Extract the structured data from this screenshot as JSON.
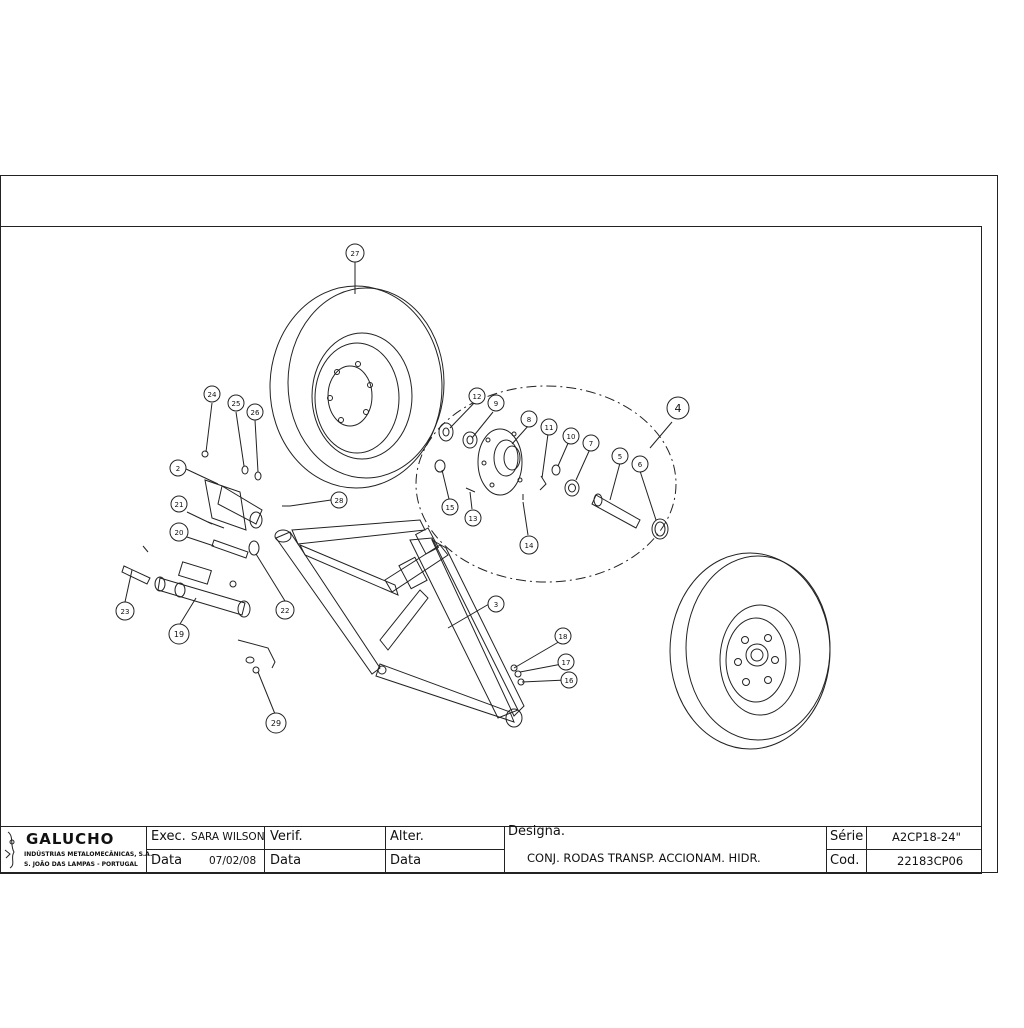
{
  "part_numbers": [
    "27",
    "24",
    "25",
    "26",
    "2",
    "21",
    "20",
    "23",
    "19",
    "22",
    "28",
    "3",
    "29",
    "12",
    "9",
    "8",
    "11",
    "10",
    "7",
    "5",
    "6",
    "15",
    "13",
    "14",
    "4",
    "18",
    "17",
    "16"
  ],
  "title_block": {
    "company": {
      "brand": "GALUCHO",
      "line1": "INDÚSTRIAS METALOMECÂNICAS, S.A.",
      "line2": "S. JOÃO DAS LAMPAS - PORTUGAL"
    },
    "exec_label": "Exec.",
    "exec_value": "SARA WILSON",
    "data_label": "Data",
    "data_value": "07/02/08",
    "verif_label": "Verif.",
    "verif_data_label": "Data",
    "alter_label": "Alter.",
    "alter_data_label": "Data",
    "designa_label": "Designa.",
    "designa_value": "CONJ. RODAS TRANSP. ACCIONAM. HIDR.",
    "serie_label": "Série",
    "serie_value": "A2CP18-24\"",
    "cod_label": "Cod.",
    "cod_value": "22183CP06"
  }
}
